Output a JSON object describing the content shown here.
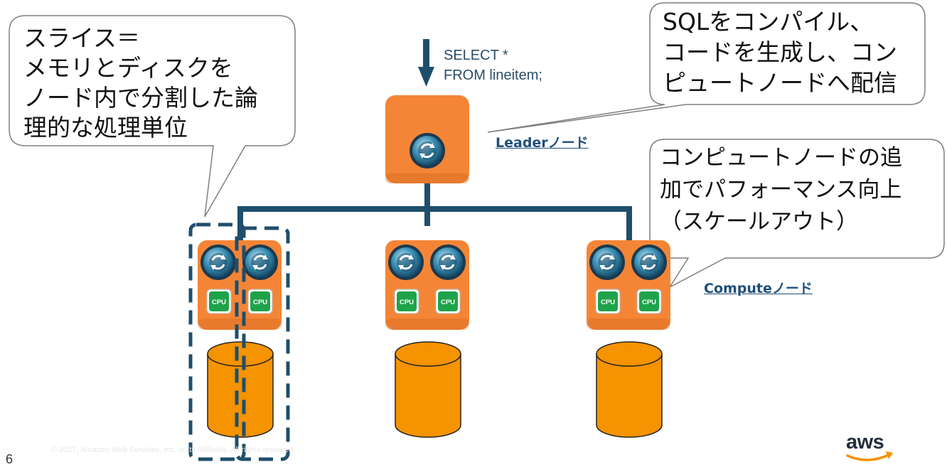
{
  "callouts": {
    "slice": "スライス＝\nメモリとディスクを\nノード内で分割した論\n理的な処理単位",
    "sql": "SQLをコンパイル、\nコードを生成し、コン\nピュートノードへ配信",
    "scaleout": "コンピュートノードの追\n加でパフォーマンス向上\n（スケールアウト）"
  },
  "query": "SELECT *\nFROM lineitem;",
  "labels": {
    "leader": "Leaderノード",
    "compute": "Computeノード",
    "cpu": "CPU"
  },
  "footer": {
    "copyright": "© 2017, Amazon Web Services, Inc. or its Affiliates. All rights reserved.",
    "page_number": "6",
    "logo_text": "aws"
  },
  "colors": {
    "orange": "#f58536",
    "orange_dark": "#d86f1e",
    "navy": "#1f4e6b",
    "cpu_green": "#1fa34a",
    "icon_teal": "#2b7fa3"
  }
}
